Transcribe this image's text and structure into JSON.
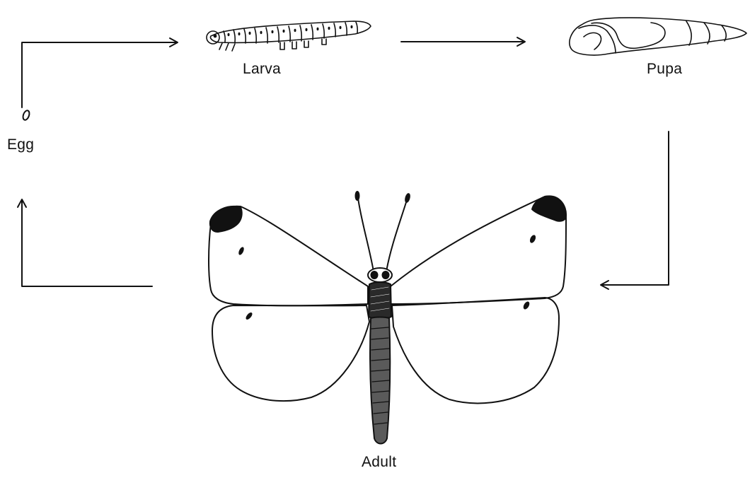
{
  "diagram": {
    "stages": {
      "egg": "Egg",
      "larva": "Larva",
      "pupa": "Pupa",
      "adult": "Adult"
    },
    "colors": {
      "ink": "#111111",
      "background": "#ffffff"
    },
    "icons": [
      "egg-icon",
      "larva-icon",
      "pupa-icon",
      "butterfly-icon",
      "cycle-arrows"
    ]
  }
}
